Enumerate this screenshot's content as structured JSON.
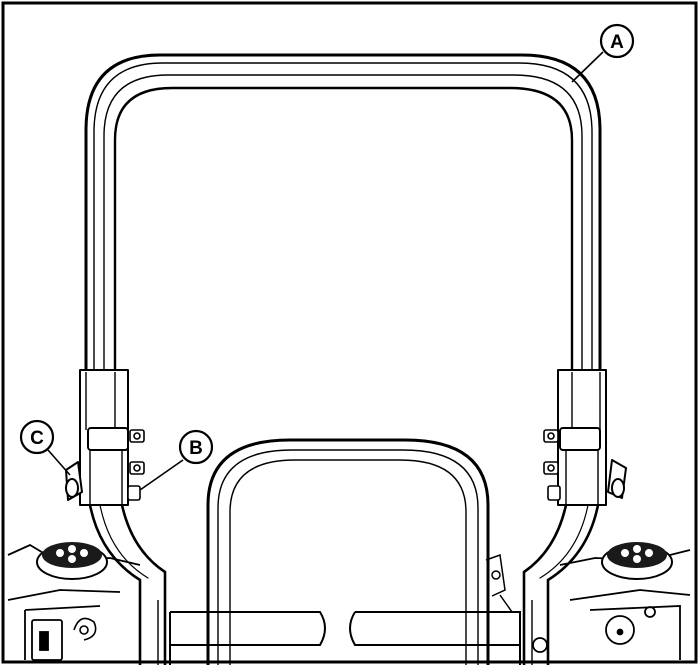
{
  "callouts": {
    "a": {
      "label": "A"
    },
    "b": {
      "label": "B"
    },
    "c": {
      "label": "C"
    }
  },
  "colors": {
    "line": "#000000",
    "background": "#ffffff",
    "knob": "#1a1a1a"
  },
  "icons": [
    "rollover-protection-bar",
    "seat-back",
    "pivot-bolt",
    "fuel-cap-knob",
    "hydraulic-reservoir-cap"
  ]
}
